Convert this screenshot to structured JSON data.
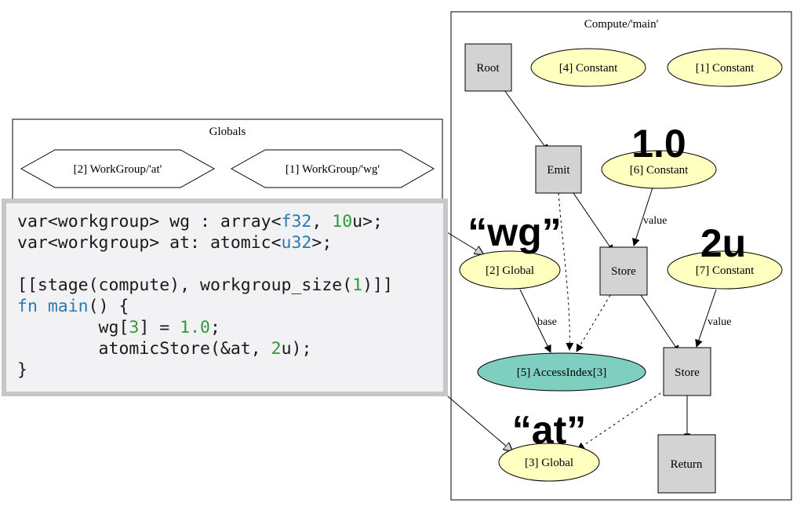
{
  "clusters": {
    "globals": "Globals",
    "compute": "Compute/'main'"
  },
  "nodes": {
    "wg_at": "[2] WorkGroup/'at'",
    "wg_wg": "[1] WorkGroup/'wg'",
    "root": "Root",
    "const4": "[4] Constant",
    "const1": "[1] Constant",
    "emit": "Emit",
    "const6": "[6] Constant",
    "global2": "[2] Global",
    "store1": "Store",
    "const7": "[7] Constant",
    "access5": "[5] AccessIndex[3]",
    "store2": "Store",
    "global3": "[3] Global",
    "ret": "Return"
  },
  "edges": {
    "value1": "value",
    "value2": "value",
    "base": "base"
  },
  "annotations": {
    "one": "1.0",
    "wg": "“wg”",
    "two_u": "2u",
    "at": "“at”"
  },
  "code": {
    "l1": [
      "var<workgroup> wg : array<",
      "f32",
      ", ",
      "10",
      "u>;"
    ],
    "l2": [
      "var<workgroup> at: atomic<",
      "u32",
      ">;"
    ],
    "l4": [
      "[[stage(compute), workgroup_size(",
      "1",
      ")]]"
    ],
    "l5": [
      "fn",
      " ",
      "main",
      "() {"
    ],
    "l6": [
      "        wg[",
      "3",
      "] = ",
      "1.0",
      ";"
    ],
    "l7": [
      "        atomicStore(&at, ",
      "2",
      "u);"
    ],
    "l8": "}"
  },
  "colors": {
    "constant_fill": "#ffffc0",
    "op_fill": "#d3d3d3",
    "access_fill": "#7fcfc0",
    "keyword": "#2a7ab0",
    "number": "#2f9a3a"
  }
}
